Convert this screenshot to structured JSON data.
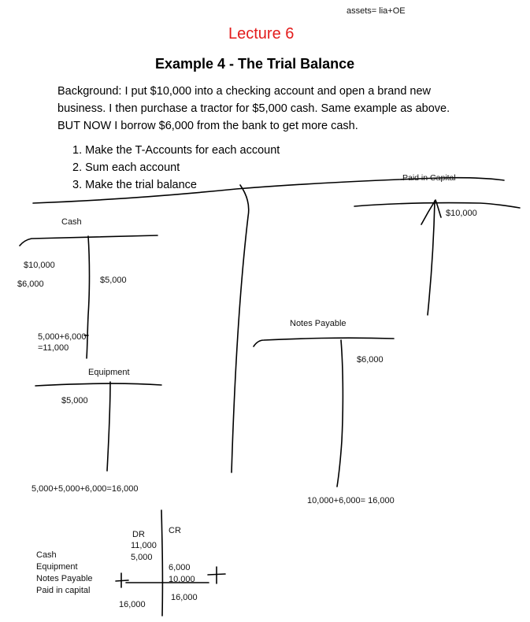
{
  "header": {
    "top_note": "assets= lia+OE",
    "lecture": "Lecture 6",
    "example_title": "Example 4 - The Trial Balance"
  },
  "background": {
    "line1": "Background: I put $10,000 into a checking account and open a brand new",
    "line2": "business. I then purchase a tractor for $5,000 cash. Same example as above.",
    "line3": "BUT NOW I borrow $6,000 from the bank to get more cash."
  },
  "steps": [
    "1.  Make the T-Accounts for each account",
    "2.  Sum each account",
    "3.  Make the trial balance"
  ],
  "t_accounts": {
    "cash": {
      "title": "Cash",
      "debit1": "$10,000",
      "debit2": "$6,000",
      "credit1": "$5,000",
      "sum_line1": "5,000+6,000",
      "sum_line2": "=11,000"
    },
    "equipment": {
      "title": "Equipment",
      "debit1": "$5,000"
    },
    "paid_in_capital": {
      "title": "Paid in Capital",
      "credit1": "$10,000"
    },
    "notes_payable": {
      "title": "Notes Payable",
      "credit1": "$6,000"
    }
  },
  "totals": {
    "left_total": "5,000+5,000+6,000=16,000",
    "right_total": "10,000+6,000= 16,000"
  },
  "trial_balance": {
    "dr_label": "DR",
    "cr_label": "CR",
    "accounts": [
      "Cash",
      "Equipment",
      "Notes Payable",
      "Paid in capital"
    ],
    "dr_values": [
      "11,000",
      "5,000"
    ],
    "cr_values": [
      "6,000",
      "10,000"
    ],
    "dr_total": "16,000",
    "cr_total": "16,000"
  }
}
